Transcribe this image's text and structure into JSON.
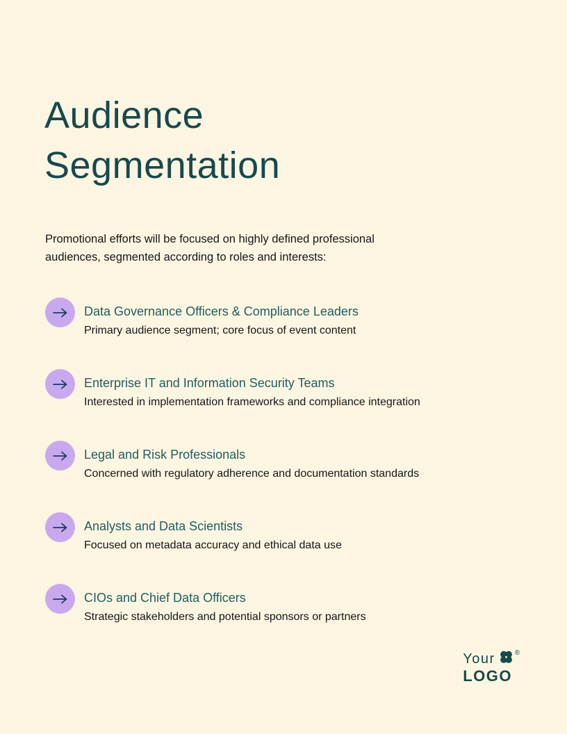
{
  "page": {
    "title": "Audience Segmentation",
    "intro": "Promotional efforts will be focused on highly defined professional audiences, segmented according to roles and interests:"
  },
  "segments": [
    {
      "title": "Data Governance Officers & Compliance Leaders",
      "description": "Primary audience segment; core focus of event content"
    },
    {
      "title": "Enterprise IT and Information Security Teams",
      "description": "Interested in implementation frameworks and compliance integration"
    },
    {
      "title": "Legal and Risk Professionals",
      "description": "Concerned with regulatory adherence and documentation standards"
    },
    {
      "title": "Analysts and Data Scientists",
      "description": "Focused on metadata accuracy and ethical data use"
    },
    {
      "title": "CIOs and Chief Data Officers",
      "description": "Strategic stakeholders and potential sponsors or partners"
    }
  ],
  "icons": {
    "list_bullet": "arrow-right-in-lavender-circle",
    "logo_mark": "four-petal-clover"
  },
  "logo": {
    "line1": "Your",
    "line2": "LOGO",
    "registered_mark": "®"
  },
  "colors": {
    "background": "#fcf5e2",
    "heading_teal": "#17494d",
    "item_title_teal": "#215e60",
    "body_text": "#161616",
    "icon_circle_lavender": "#c9a9ed",
    "icon_arrow_navy": "#1d3a60",
    "logo_teal": "#17494d"
  }
}
